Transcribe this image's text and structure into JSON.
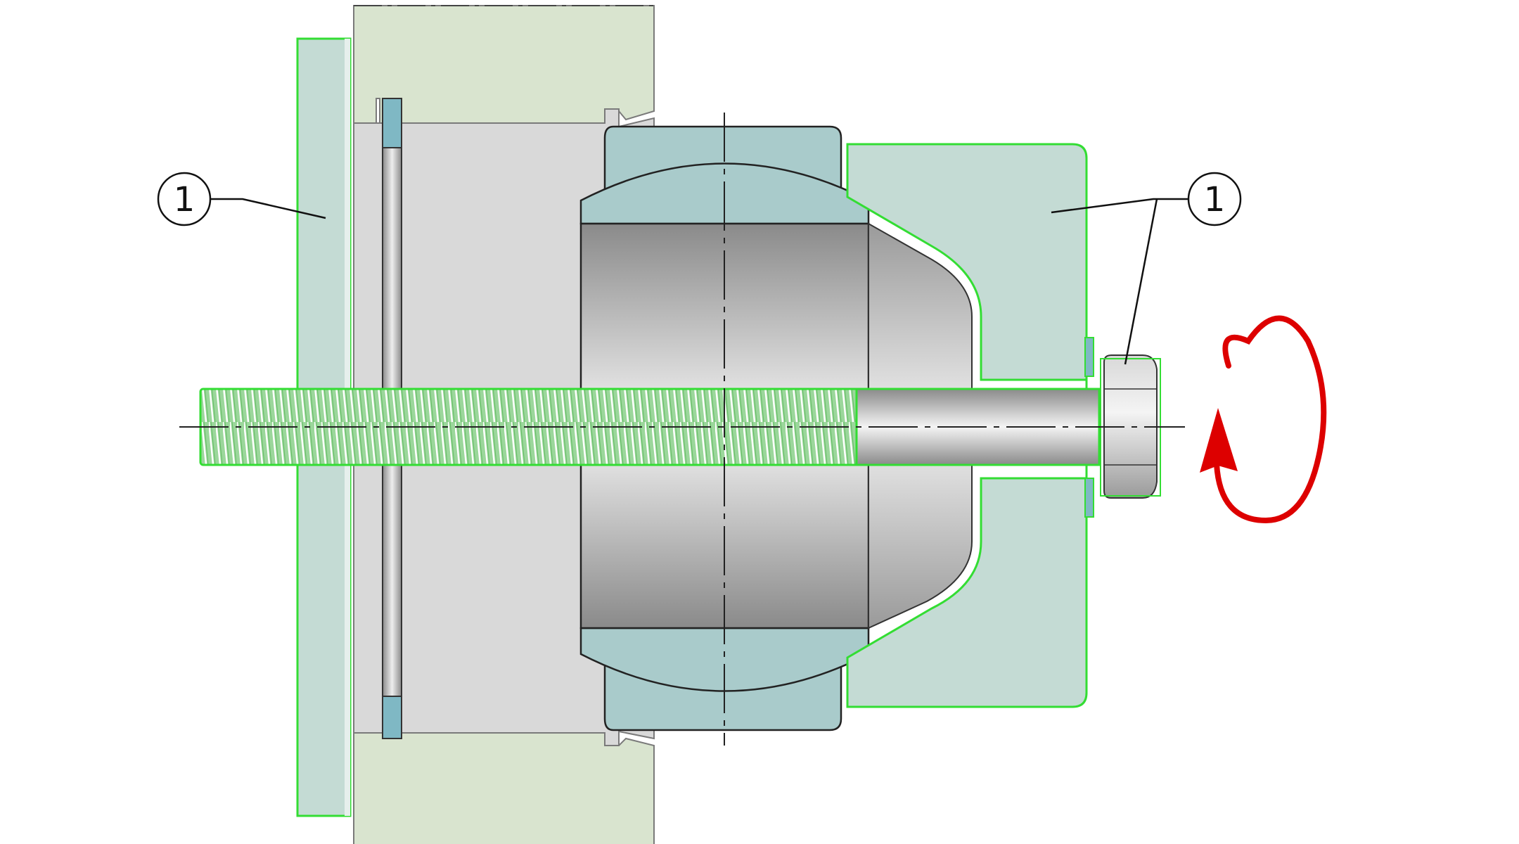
{
  "callouts": [
    {
      "label": "1",
      "target": "left-clamp-plate"
    },
    {
      "label": "1",
      "target": "right-extractor-cup-and-nut"
    }
  ],
  "colors": {
    "housing": "#d9e4cf",
    "bore": "#d9d9d9",
    "bearing_ring": "#a9cbcb",
    "plate": "#c4dbd4",
    "highlight_outline": "#33dd33",
    "rotation_arrow": "#dd0000",
    "steel_dark": "#8c8c8c",
    "steel_light": "#f2f2f2"
  },
  "icons": {
    "rotation": "clockwise-rotation-arrow-icon"
  }
}
